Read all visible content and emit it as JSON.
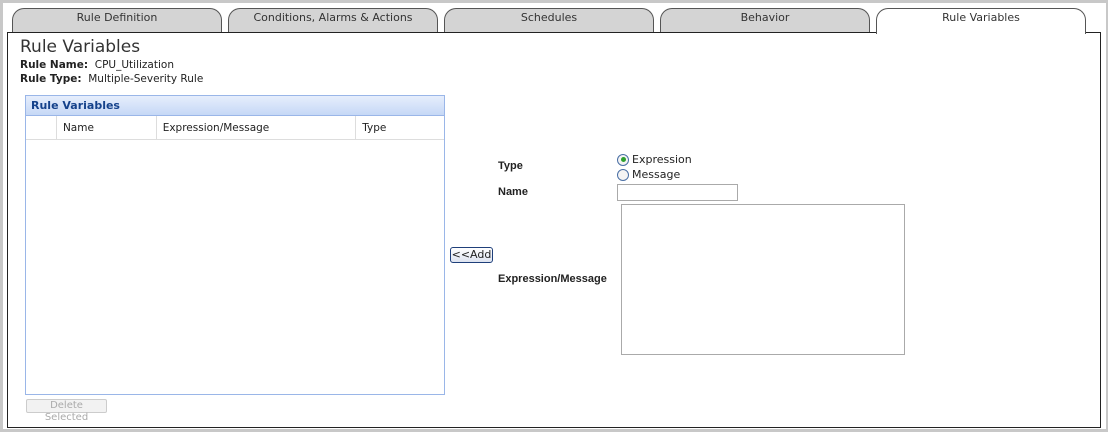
{
  "tabs": [
    {
      "label": "Rule Definition",
      "active": false
    },
    {
      "label": "Conditions, Alarms & Actions",
      "active": false
    },
    {
      "label": "Schedules",
      "active": false
    },
    {
      "label": "Behavior",
      "active": false
    },
    {
      "label": "Rule Variables",
      "active": true
    }
  ],
  "page": {
    "title": "Rule Variables",
    "rule_name_label": "Rule Name:",
    "rule_name": "CPU_Utilization",
    "rule_type_label": "Rule Type:",
    "rule_type": "Multiple-Severity Rule"
  },
  "grid": {
    "title": "Rule Variables",
    "columns": [
      "",
      "Name",
      "Expression/Message",
      "Type"
    ],
    "rows": [],
    "delete_label": "Delete Selected"
  },
  "form": {
    "type_label": "Type",
    "type_options": [
      "Expression",
      "Message"
    ],
    "type_selected": "Expression",
    "name_label": "Name",
    "name_value": "",
    "expr_label": "Expression/Message",
    "expr_value": "",
    "add_label": "<<Add"
  }
}
